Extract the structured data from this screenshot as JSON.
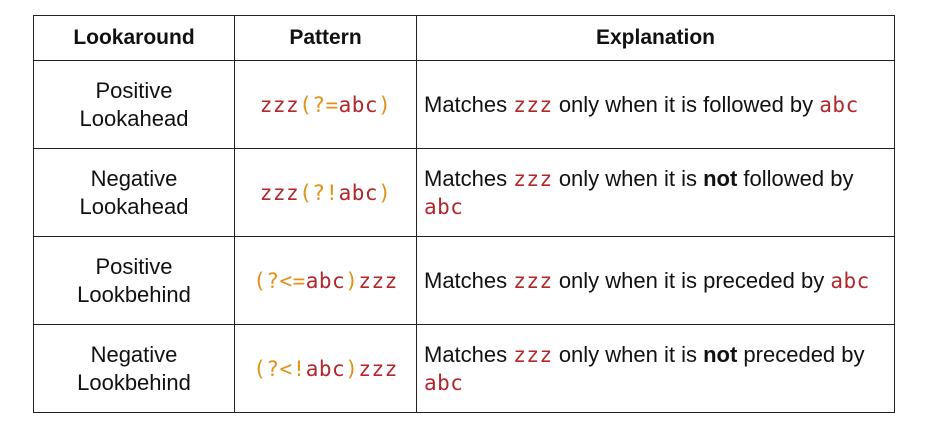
{
  "headers": [
    "Lookaround",
    "Pattern",
    "Explanation"
  ],
  "rows": [
    {
      "name": [
        "Positive",
        "Lookahead"
      ],
      "pattern": [
        {
          "text": "zzz",
          "c": "red"
        },
        {
          "text": "(?=",
          "c": "orange"
        },
        {
          "text": "abc",
          "c": "red"
        },
        {
          "text": ")",
          "c": "orange"
        }
      ],
      "explanation": [
        {
          "text": "Matches ",
          "t": "plain"
        },
        {
          "text": "zzz",
          "t": "code"
        },
        {
          "text": " only when it is followed by ",
          "t": "plain"
        },
        {
          "text": "abc",
          "t": "code"
        }
      ]
    },
    {
      "name": [
        "Negative",
        "Lookahead"
      ],
      "pattern": [
        {
          "text": "zzz",
          "c": "red"
        },
        {
          "text": "(?!",
          "c": "orange"
        },
        {
          "text": "abc",
          "c": "red"
        },
        {
          "text": ")",
          "c": "orange"
        }
      ],
      "explanation": [
        {
          "text": "Matches ",
          "t": "plain"
        },
        {
          "text": "zzz",
          "t": "code"
        },
        {
          "text": " only when it is ",
          "t": "plain"
        },
        {
          "text": "not",
          "t": "bold"
        },
        {
          "text": " followed by ",
          "t": "plain"
        },
        {
          "text": "abc",
          "t": "code"
        }
      ]
    },
    {
      "name": [
        "Positive",
        "Lookbehind"
      ],
      "pattern": [
        {
          "text": "(?<=",
          "c": "orange"
        },
        {
          "text": "abc",
          "c": "red"
        },
        {
          "text": ")",
          "c": "orange"
        },
        {
          "text": "zzz",
          "c": "red"
        }
      ],
      "explanation": [
        {
          "text": "Matches ",
          "t": "plain"
        },
        {
          "text": "zzz",
          "t": "code"
        },
        {
          "text": " only when it is preceded by ",
          "t": "plain"
        },
        {
          "text": "abc",
          "t": "code"
        }
      ]
    },
    {
      "name": [
        "Negative",
        "Lookbehind"
      ],
      "pattern": [
        {
          "text": "(?<!",
          "c": "orange"
        },
        {
          "text": "abc",
          "c": "red"
        },
        {
          "text": ")",
          "c": "orange"
        },
        {
          "text": "zzz",
          "c": "red"
        }
      ],
      "explanation": [
        {
          "text": "Matches ",
          "t": "plain"
        },
        {
          "text": "zzz",
          "t": "code"
        },
        {
          "text": " only when it is ",
          "t": "plain"
        },
        {
          "text": "not",
          "t": "bold"
        },
        {
          "text": " preceded by ",
          "t": "plain"
        },
        {
          "text": "abc",
          "t": "code"
        }
      ]
    }
  ],
  "colors": {
    "code_red": "#b3262b",
    "code_orange": "#e0921a",
    "text": "#111111",
    "border": "#222222"
  }
}
